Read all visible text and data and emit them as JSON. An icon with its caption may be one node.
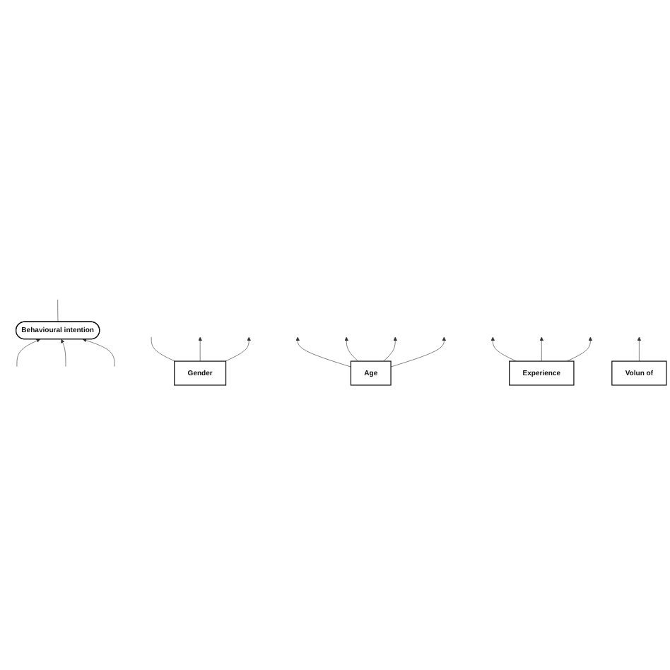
{
  "diagram": {
    "nodes": [
      {
        "text": [
          "Behavioural intention"
        ]
      },
      {
        "text": [
          "Gender"
        ]
      },
      {
        "text": [
          "Age"
        ]
      },
      {
        "text": [
          "Experience"
        ]
      },
      {
        "text": [
          "Volun of"
        ]
      }
    ],
    "edges": [
      {
        "from": null,
        "to": 0,
        "arrow": "to"
      },
      {
        "from": null,
        "to": 0,
        "arrow": "to"
      },
      {
        "from": null,
        "to": 0,
        "arrow": "to"
      },
      {
        "from": 0,
        "to": null,
        "arrow": "none"
      },
      {
        "from": 1,
        "to": null,
        "arrow": "none"
      },
      {
        "from": 1,
        "to": null,
        "arrow": "to"
      },
      {
        "from": 1,
        "to": null,
        "arrow": "to"
      },
      {
        "from": 2,
        "to": null,
        "arrow": "to"
      },
      {
        "from": 2,
        "to": null,
        "arrow": "to"
      },
      {
        "from": 2,
        "to": null,
        "arrow": "to"
      },
      {
        "from": 2,
        "to": null,
        "arrow": "to"
      },
      {
        "from": 3,
        "to": null,
        "arrow": "to"
      },
      {
        "from": 3,
        "to": null,
        "arrow": "to"
      },
      {
        "from": 3,
        "to": null,
        "arrow": "to"
      },
      {
        "from": 4,
        "to": null,
        "arrow": "to"
      }
    ]
  }
}
